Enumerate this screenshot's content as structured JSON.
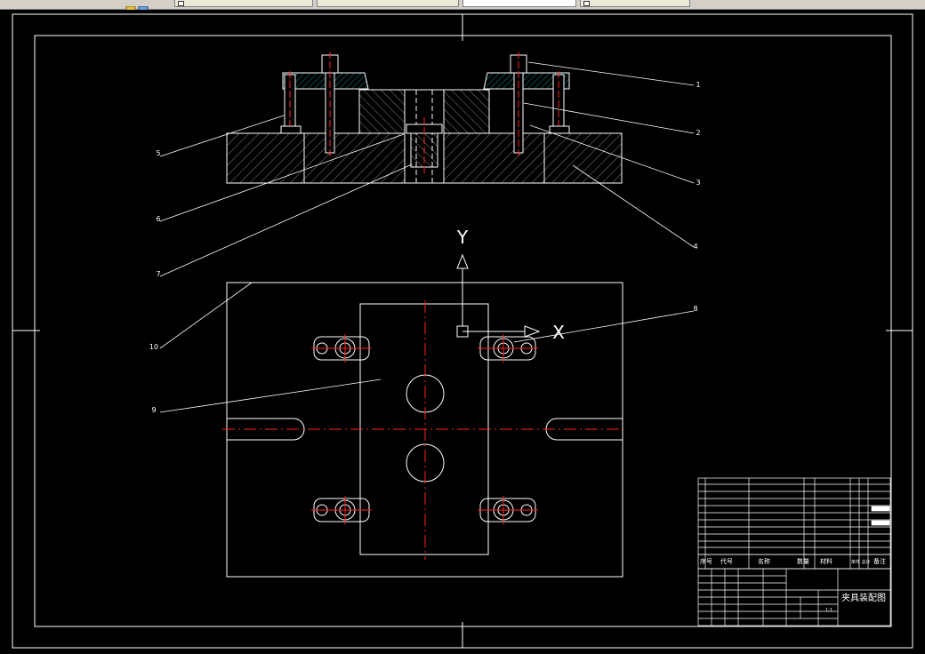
{
  "tabs": [
    {
      "label": "",
      "active": false
    },
    {
      "label": "",
      "active": false
    },
    {
      "label": "",
      "active": true
    },
    {
      "label": "",
      "active": false
    }
  ],
  "axes": {
    "y_label": "Y",
    "x_label": "X"
  },
  "callouts": [
    "1",
    "2",
    "3",
    "4",
    "5",
    "6",
    "7",
    "8",
    "9",
    "10"
  ],
  "title_block": {
    "drawing_title": "夹具装配图",
    "header": {
      "no": "序号",
      "code": "代号",
      "name": "名称",
      "qty": "数量",
      "material": "材料",
      "weight": "单件 总计",
      "remark": "备注"
    },
    "scale": "1:1"
  },
  "colors": {
    "line": "#ffffff",
    "center": "#ff2020",
    "hatch": "#ffffff",
    "hatch_cyan": "#00c8c8",
    "background": "#000000"
  }
}
